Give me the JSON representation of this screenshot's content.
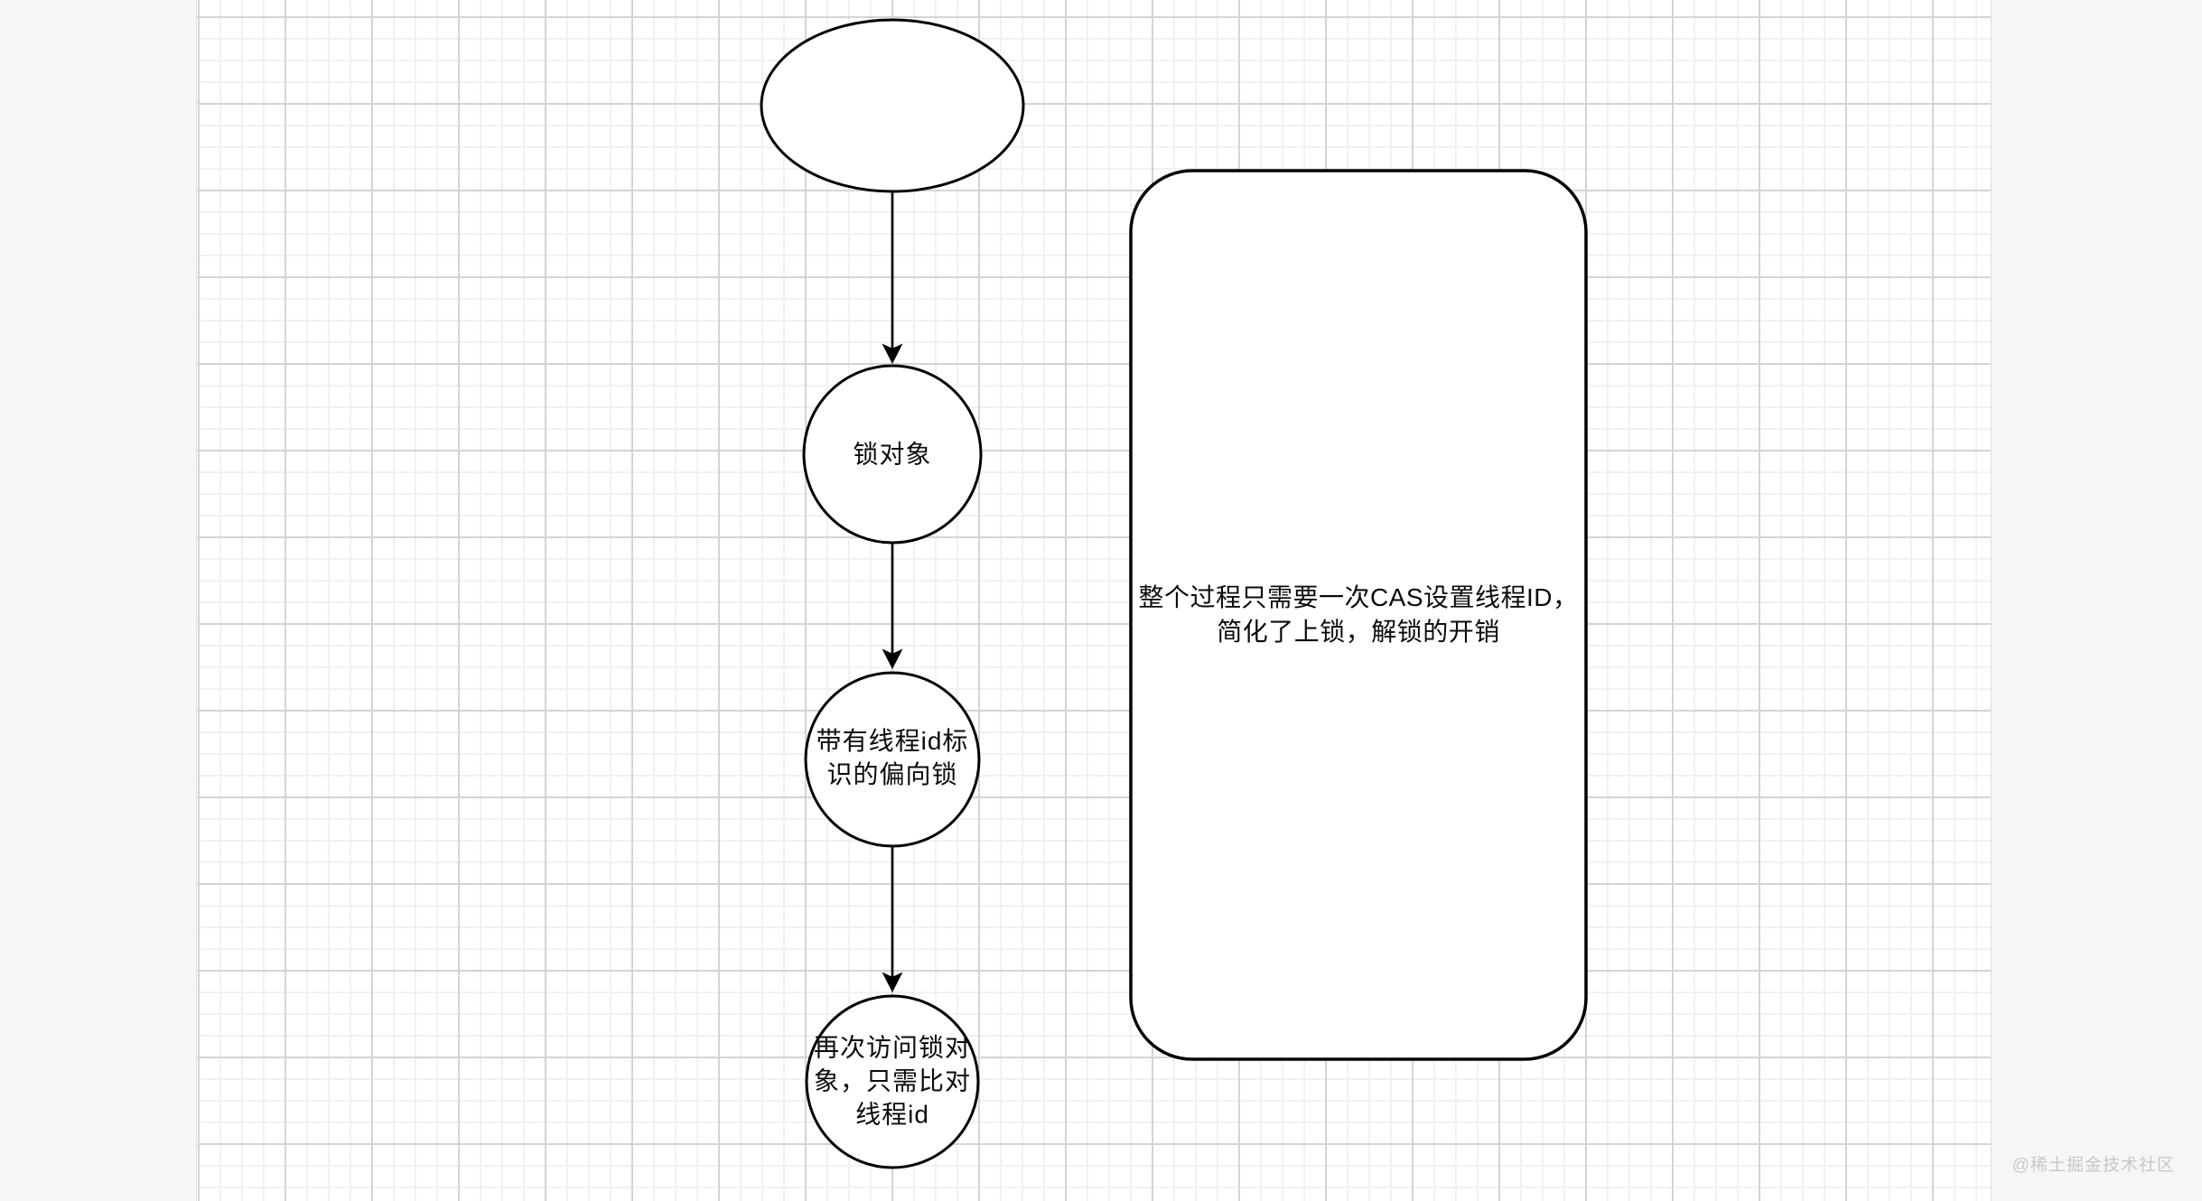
{
  "canvas": {
    "margin_color": "#f5f6f7",
    "background_color": "#ffffff",
    "grid_minor_color": "#f0f1f1",
    "grid_major_color": "#d3d4d5",
    "shape_stroke_color": "#000000",
    "shape_fill_color": "#ffffff"
  },
  "diagram": {
    "start_node": {
      "label": ""
    },
    "nodes": [
      {
        "label": "锁对象"
      },
      {
        "label": "带有线程id标\n识的偏向锁"
      },
      {
        "label": "再次访问锁对\n象，只需比对\n线程id"
      }
    ],
    "note": {
      "label": "整个过程只需要一次CAS设置线程ID，\n简化了上锁，解锁的开销"
    }
  },
  "watermark": {
    "text": "@稀土掘金技术社区",
    "color": "#c5c7c9"
  }
}
